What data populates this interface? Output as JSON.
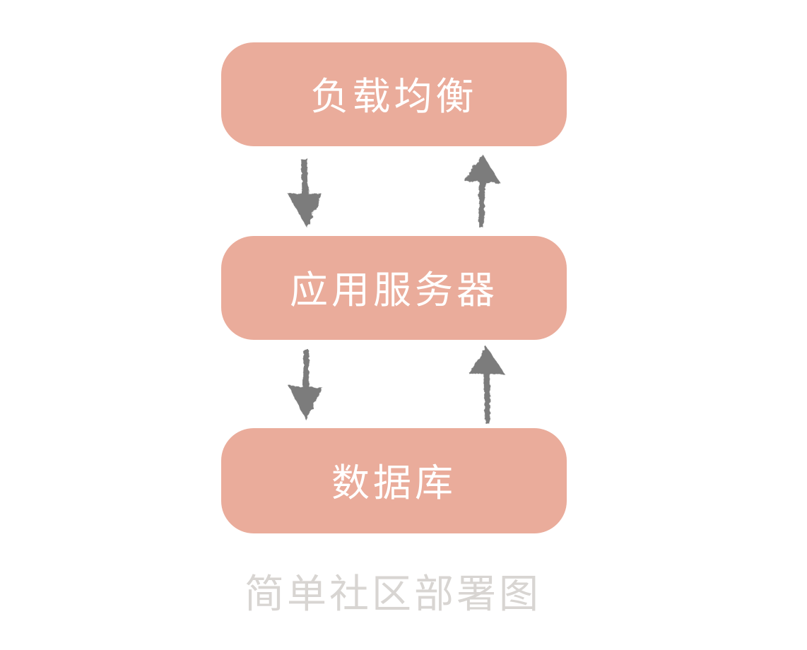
{
  "diagram": {
    "caption": "简单社区部署图",
    "nodes": [
      {
        "id": "load-balancer",
        "label": "负载均衡"
      },
      {
        "id": "app-server",
        "label": "应用服务器"
      },
      {
        "id": "database",
        "label": "数据库"
      }
    ],
    "arrows": [
      {
        "from": "负载均衡",
        "to": "应用服务器",
        "direction": "down"
      },
      {
        "from": "应用服务器",
        "to": "负载均衡",
        "direction": "up"
      },
      {
        "from": "应用服务器",
        "to": "数据库",
        "direction": "down"
      },
      {
        "from": "数据库",
        "to": "应用服务器",
        "direction": "up"
      }
    ],
    "colors": {
      "background": "#FFFFFF",
      "node_fill": "#EAAC9B",
      "node_text": "#FFFFFF",
      "arrow": "#7B7B7B",
      "caption_text": "#D8D5D2"
    }
  }
}
